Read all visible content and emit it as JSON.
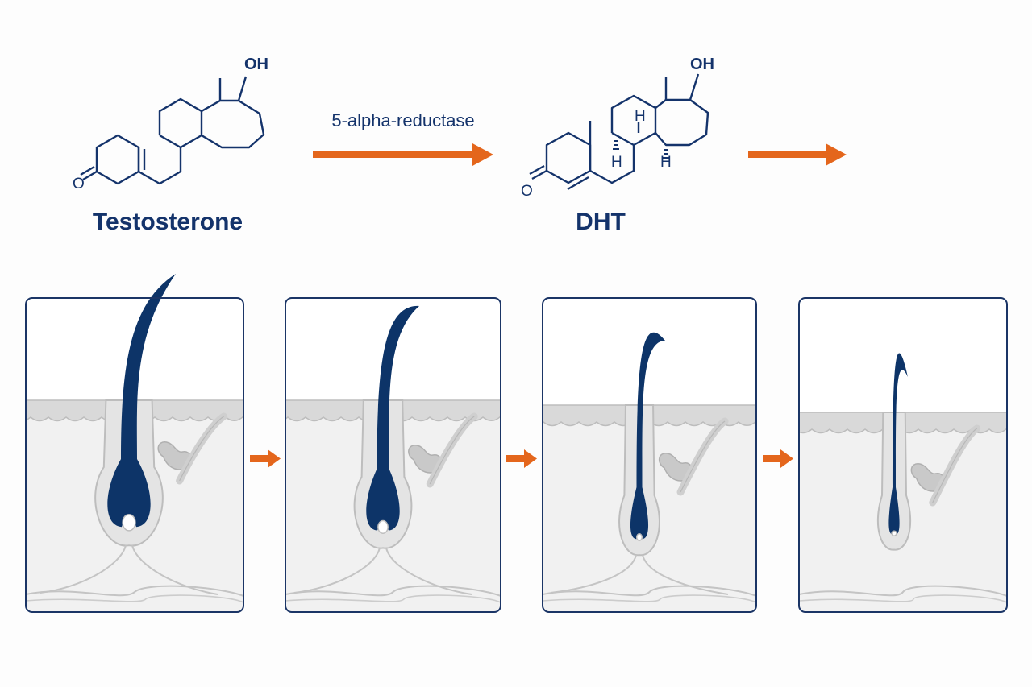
{
  "colors": {
    "navy": "#14336b",
    "hair": "#0d3468",
    "arrow": "#e4661c",
    "skin": "#d9d9d9",
    "dermis": "#f1f1f1",
    "tissue_line": "#bdbdbd",
    "panel_border": "#1b3566"
  },
  "molecules": {
    "testosterone": {
      "name": "Testosterone",
      "oxygen_label": "O",
      "hydroxyl_label": "OH"
    },
    "dht": {
      "name": "DHT",
      "oxygen_label": "O",
      "hydroxyl_label": "OH",
      "hydrogen_label": "H"
    }
  },
  "reaction": {
    "enzyme_label": "5-alpha-reductase"
  },
  "follicle_stages": [
    {
      "stage": 1,
      "hair_level": 1.0
    },
    {
      "stage": 2,
      "hair_level": 0.78
    },
    {
      "stage": 3,
      "hair_level": 0.45
    },
    {
      "stage": 4,
      "hair_level": 0.25
    }
  ],
  "icons": {
    "reaction_arrow": "right-arrow-icon",
    "stage_arrow": "right-arrow-icon"
  }
}
